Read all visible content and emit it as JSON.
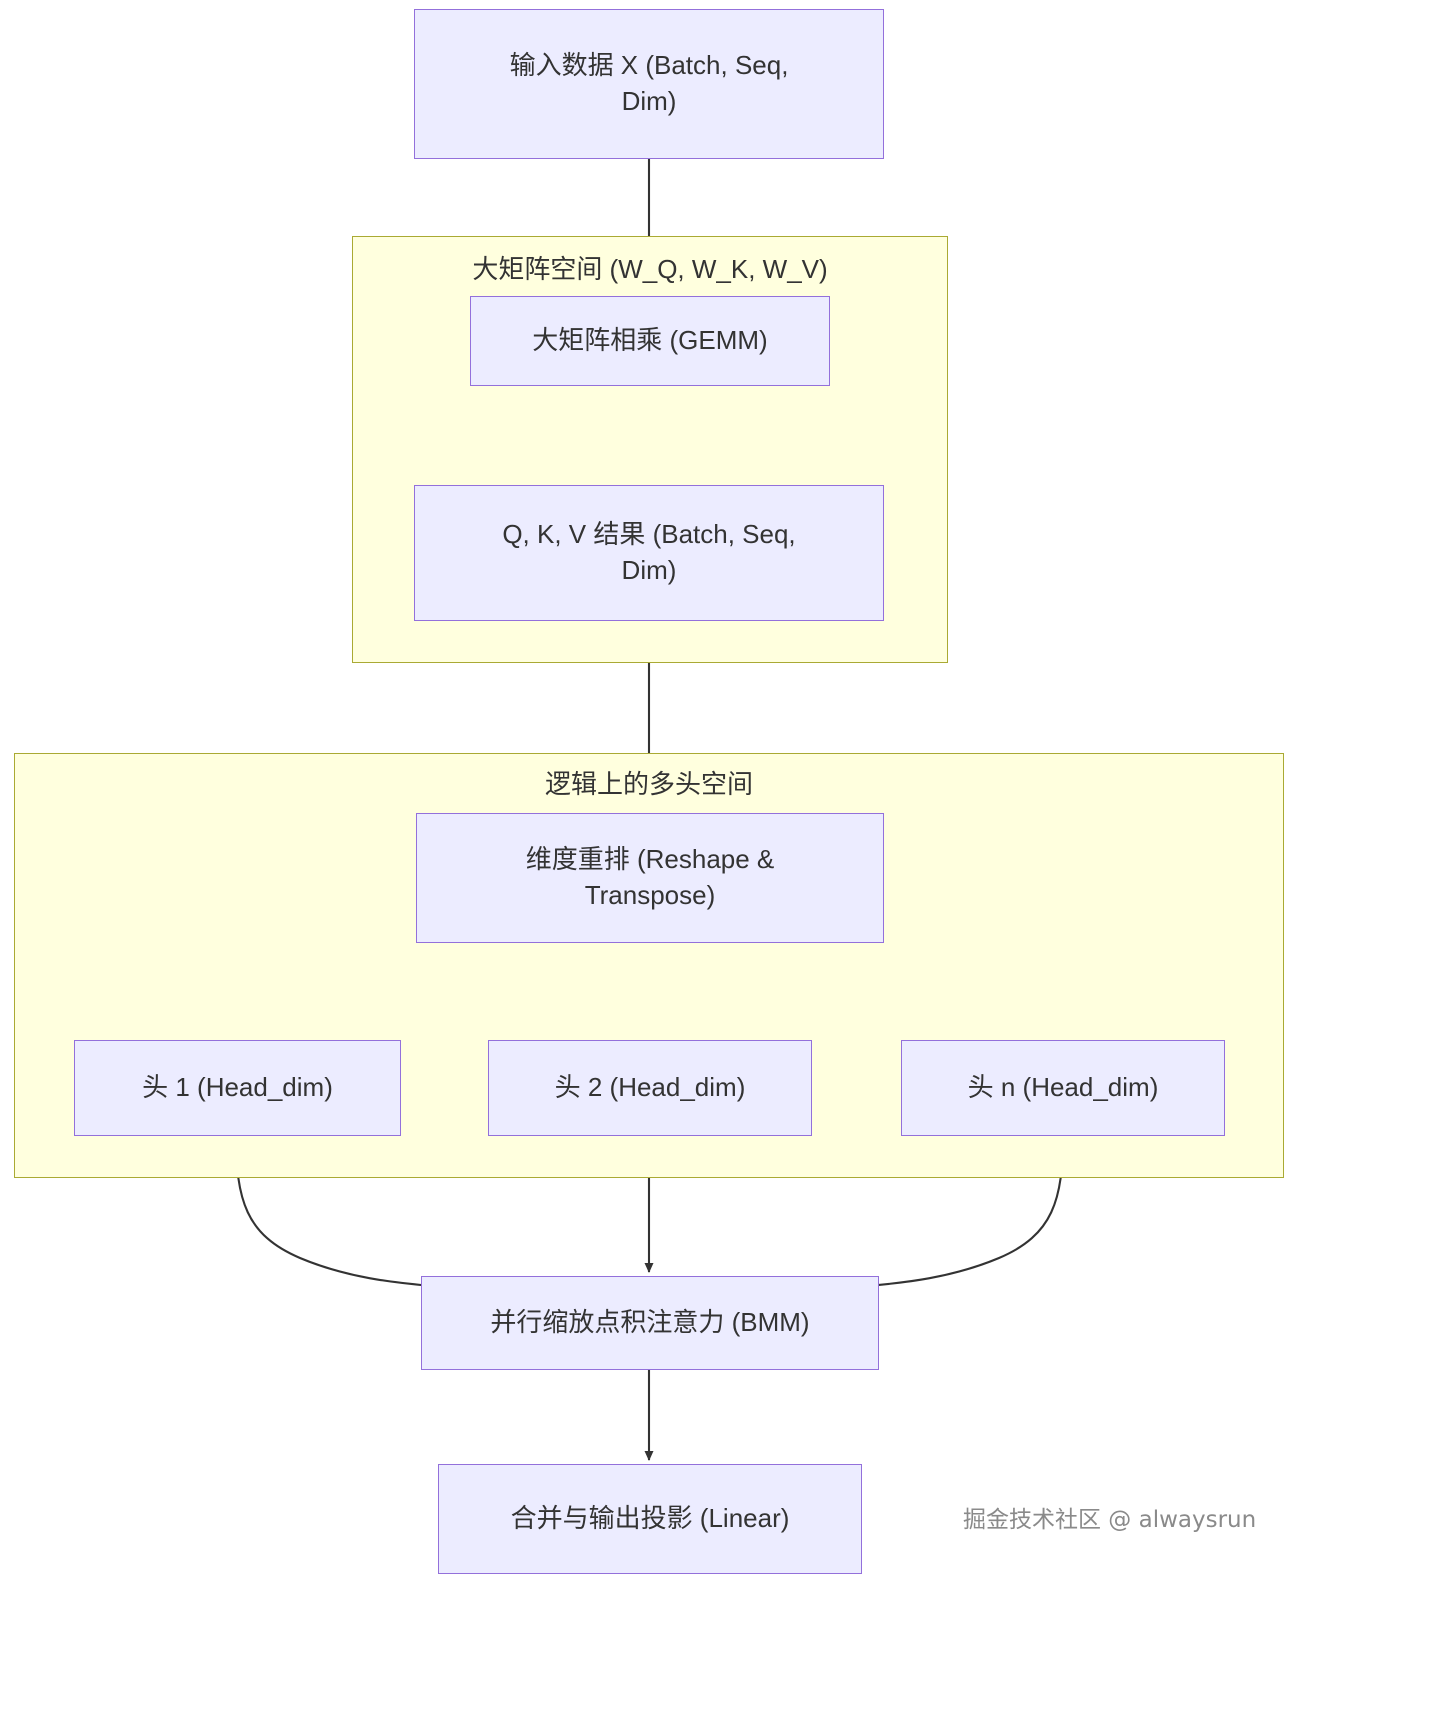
{
  "diagram": {
    "type": "flowchart",
    "direction": "top-to-bottom",
    "theme": {
      "node_fill": "#ececff",
      "node_stroke": "#9370db",
      "subgraph_fill": "#ffffde",
      "subgraph_stroke": "#aaaa33",
      "edge_color": "#333333",
      "text_color": "#333333"
    }
  },
  "nodes": {
    "input": {
      "label": "输入数据 X (Batch, Seq, Dim)",
      "line1": "输入数据 X (Batch, Seq,",
      "line2": "Dim)"
    },
    "gemm": {
      "label": "大矩阵相乘 (GEMM)"
    },
    "qkv": {
      "label": "Q, K, V 结果 (Batch, Seq, Dim)",
      "line1": "Q, K, V 结果 (Batch, Seq,",
      "line2": "Dim)"
    },
    "reshape": {
      "label": "维度重排 (Reshape & Transpose)",
      "line1": "维度重排 (Reshape &",
      "line2": "Transpose)"
    },
    "head1": {
      "label": "头 1 (Head_dim)"
    },
    "head2": {
      "label": "头 2 (Head_dim)"
    },
    "headn": {
      "label": "头 n (Head_dim)"
    },
    "bmm": {
      "label": "并行缩放点积注意力 (BMM)"
    },
    "output": {
      "label": "合并与输出投影 (Linear)"
    }
  },
  "subgraphs": {
    "big_matrix_space": {
      "title": "大矩阵空间 (W_Q, W_K, W_V)"
    },
    "logical_multihead_space": {
      "title": "逻辑上的多头空间"
    }
  },
  "edges": [
    {
      "from": "input",
      "to": "gemm"
    },
    {
      "from": "gemm",
      "to": "qkv"
    },
    {
      "from": "qkv",
      "to": "reshape"
    },
    {
      "from": "reshape",
      "to": "head1"
    },
    {
      "from": "reshape",
      "to": "head2"
    },
    {
      "from": "reshape",
      "to": "headn"
    },
    {
      "from": "head1",
      "to": "bmm"
    },
    {
      "from": "head2",
      "to": "bmm"
    },
    {
      "from": "headn",
      "to": "bmm"
    },
    {
      "from": "bmm",
      "to": "output"
    }
  ],
  "watermark": {
    "text": "掘金技术社区 @ alwaysrun"
  }
}
